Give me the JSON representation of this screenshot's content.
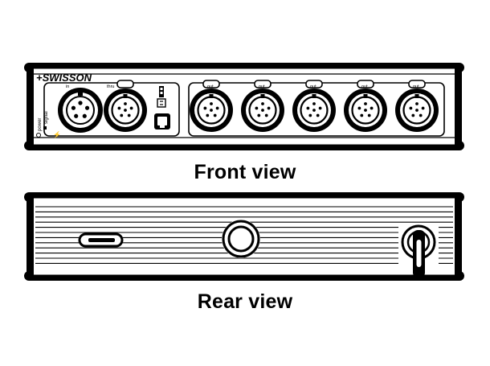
{
  "front": {
    "brand": "+SWISSON",
    "caption": "Front view",
    "port_in": "in",
    "port_thru": "thru",
    "port_out": "out",
    "out_count": 5,
    "legend_power": "power",
    "legend_signal": "signal"
  },
  "rear": {
    "caption": "Rear view"
  },
  "colors": {
    "ink": "#000000",
    "paper": "#ffffff"
  },
  "icons": [
    "xlr-connector-icon",
    "ethernet-port-icon",
    "usb-port-icon",
    "power-switch-icon",
    "power-cable-icon",
    "fuse-holder-icon"
  ]
}
